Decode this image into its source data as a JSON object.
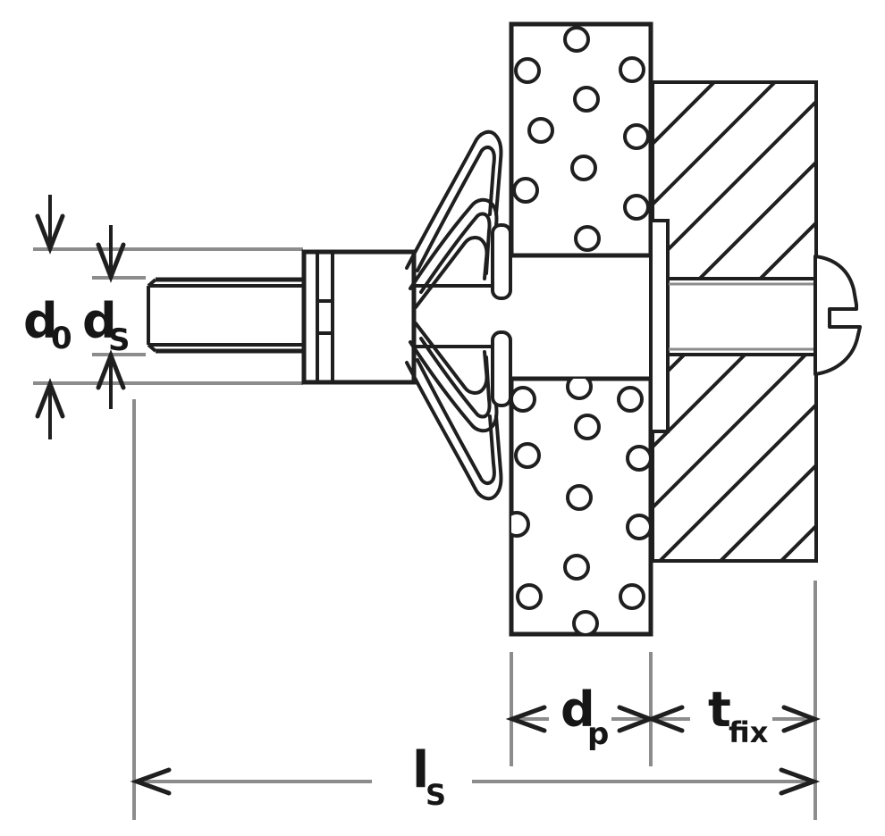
{
  "diagram": {
    "type": "technical-drawing",
    "subject": "hollow-wall metal anchor installed through board with fixture and screw",
    "labels": {
      "d0": {
        "main": "d",
        "sub": "0"
      },
      "ds": {
        "main": "d",
        "sub": "S"
      },
      "dp": {
        "main": "d",
        "sub": "p"
      },
      "tfix": {
        "main": "t",
        "sub": "fix"
      },
      "ls": {
        "main": "l",
        "sub": "S"
      }
    },
    "colors": {
      "line": "#1f1f1f",
      "dim_line": "#8c8c8c",
      "background": "#ffffff"
    }
  }
}
